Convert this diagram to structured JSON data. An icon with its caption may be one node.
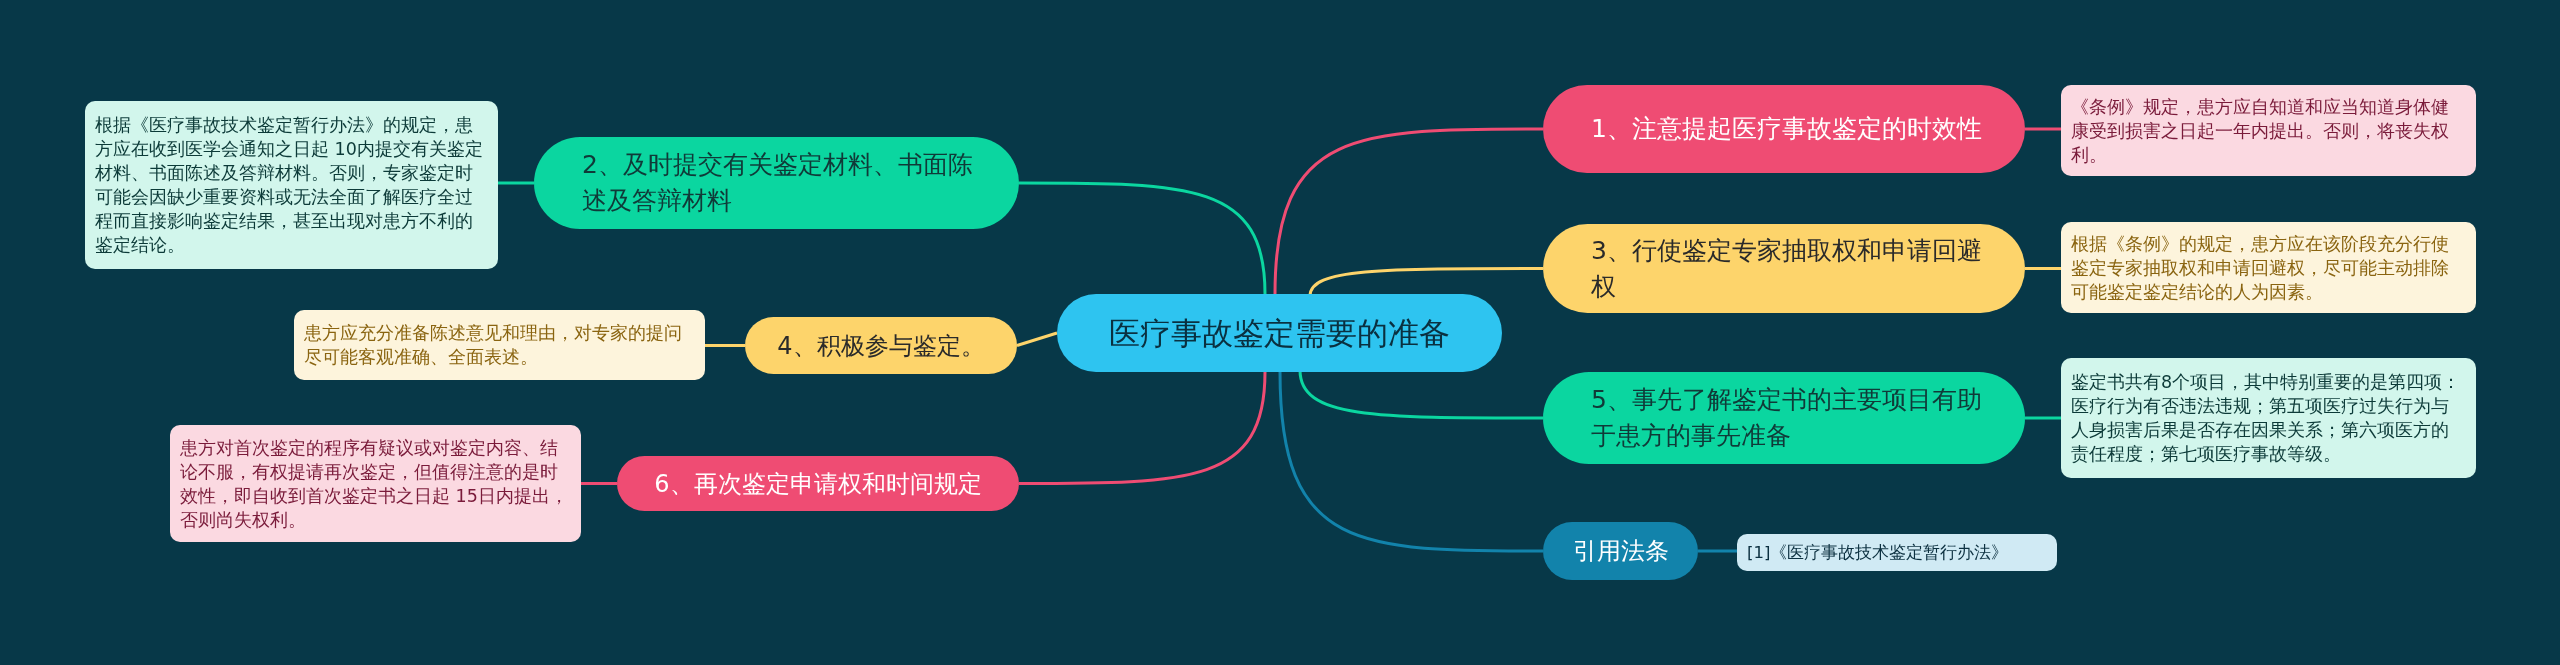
{
  "diagram": {
    "nodes": [
      {
        "text": [
          "医疗事故鉴定需要的准备"
        ]
      },
      {
        "text": [
          "1、注意提起医疗事故鉴定的时效性"
        ]
      },
      {
        "text": [
          "《条例》规定，患方应自知道和应当知道身体健康受到损害之日起一年内提出。否则，将丧失权利。"
        ]
      },
      {
        "text": [
          "2、及时提交有关鉴定材料、书面陈述及答辩材料"
        ]
      },
      {
        "text": [
          "根据《医疗事故技术鉴定暂行办法》的规定，患方应在收到医学会通知之日起 10内提交有关鉴定材料、书面陈述及答辩材料。否则，专家鉴定时可能会因缺少重要资料或无法全面了解医疗全过程而直接影响鉴定结果，甚至出现对患方不利的鉴定结论。"
        ]
      },
      {
        "text": [
          "3、行使鉴定专家抽取权和申请回避权"
        ]
      },
      {
        "text": [
          "根据《条例》的规定，患方应在该阶段充分行使鉴定专家抽取权和申请回避权，尽可能主动排除可能鉴定鉴定结论的人为因素。"
        ]
      },
      {
        "text": [
          "4、积极参与鉴定。"
        ]
      },
      {
        "text": [
          "患方应充分准备陈述意见和理由，对专家的提问尽可能客观准确、全面表述。"
        ]
      },
      {
        "text": [
          "5、事先了解鉴定书的主要项目有助于患方的事先准备"
        ]
      },
      {
        "text": [
          "鉴定书共有8个项目，其中特别重要的是第四项：医疗行为有否违法违规；第五项医疗过失行为与人身损害后果是否存在因果关系；第六项医方的责任程度；第七项医疗事故等级。"
        ]
      },
      {
        "text": [
          "6、再次鉴定申请权和时间规定"
        ]
      },
      {
        "text": [
          "患方对首次鉴定的程序有疑议或对鉴定内容、结论不服，有权提请再次鉴定，但值得注意的是时效性，即自收到首次鉴定书之日起 15日内提出，否则尚失权利。"
        ]
      },
      {
        "text": [
          "引用法条"
        ]
      },
      {
        "text": [
          "[1]《医疗事故技术鉴定暂行办法》"
        ]
      }
    ],
    "edges": [
      {
        "from": 0,
        "to": 1,
        "arrow": "none",
        "color": "#ef4c73"
      },
      {
        "from": 1,
        "to": 2,
        "arrow": "none",
        "color": "#ef4c73"
      },
      {
        "from": 0,
        "to": 3,
        "arrow": "none",
        "color": "#0bd6a0"
      },
      {
        "from": 3,
        "to": 4,
        "arrow": "none",
        "color": "#0bd6a0"
      },
      {
        "from": 0,
        "to": 5,
        "arrow": "none",
        "color": "#fdd46b"
      },
      {
        "from": 5,
        "to": 6,
        "arrow": "none",
        "color": "#fdd46b"
      },
      {
        "from": 0,
        "to": 7,
        "arrow": "none",
        "color": "#fdd46b"
      },
      {
        "from": 7,
        "to": 8,
        "arrow": "none",
        "color": "#fdd46b"
      },
      {
        "from": 0,
        "to": 9,
        "arrow": "none",
        "color": "#0bd6a0"
      },
      {
        "from": 9,
        "to": 10,
        "arrow": "none",
        "color": "#0bd6a0"
      },
      {
        "from": 0,
        "to": 11,
        "arrow": "none",
        "color": "#ef4c73"
      },
      {
        "from": 11,
        "to": 12,
        "arrow": "none",
        "color": "#ef4c73"
      },
      {
        "from": 0,
        "to": 13,
        "arrow": "none",
        "color": "#1283ab"
      },
      {
        "from": 13,
        "to": 14,
        "arrow": "none",
        "color": "#1283ab"
      }
    ]
  }
}
